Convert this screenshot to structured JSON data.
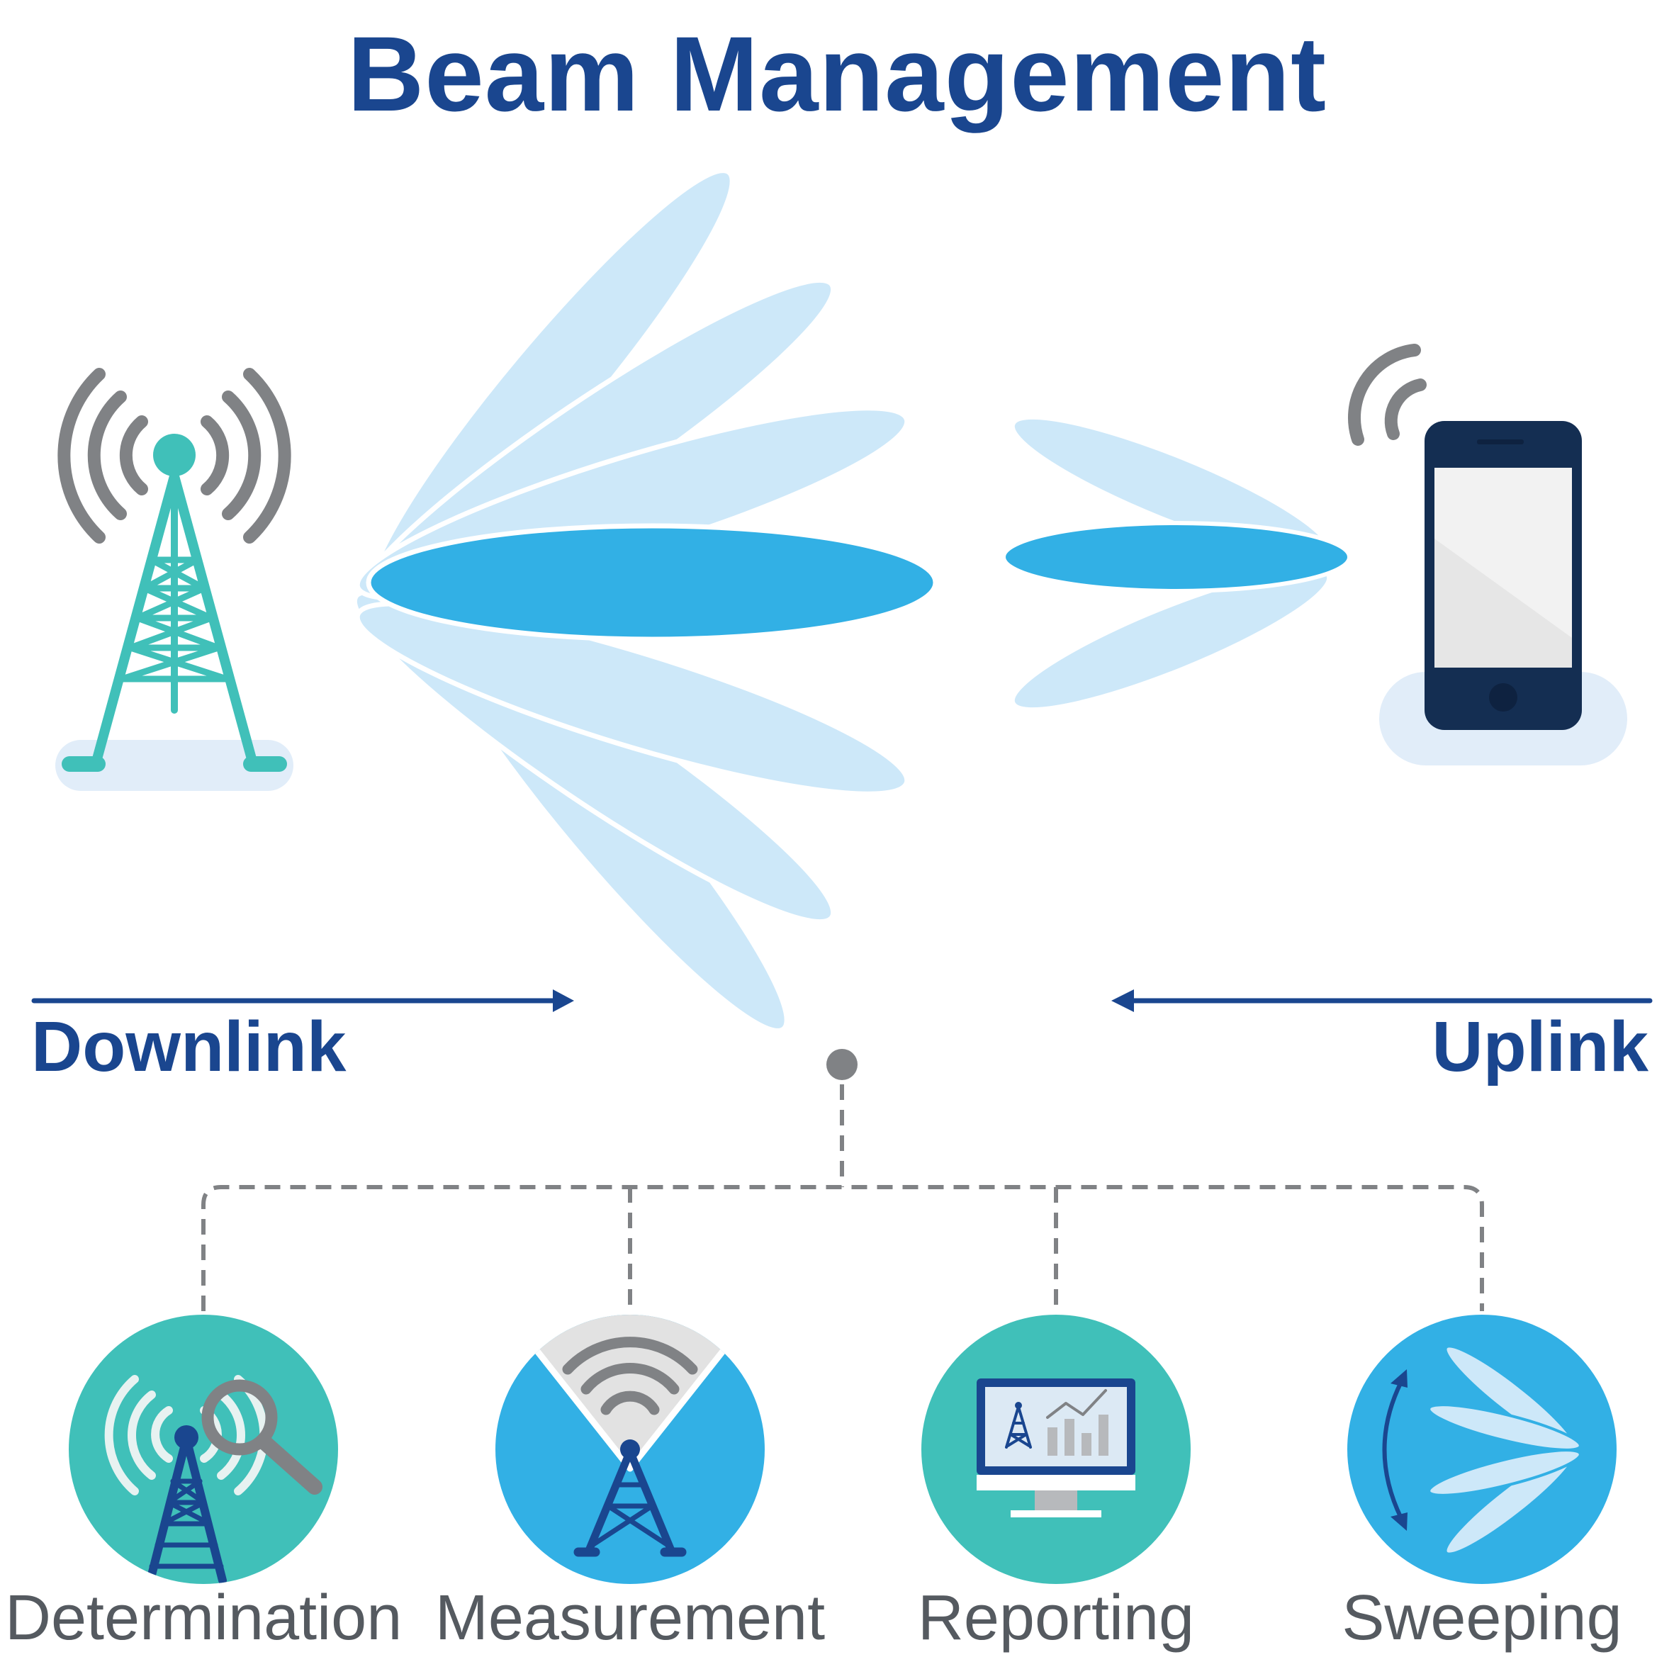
{
  "title": "Beam Management",
  "directions": {
    "downlink": "Downlink",
    "uplink": "Uplink"
  },
  "steps": [
    {
      "label": "Determination",
      "icon": "tower-search-icon",
      "color": "#40c0b9"
    },
    {
      "label": "Measurement",
      "icon": "tower-signal-icon",
      "color": "#32b0e5"
    },
    {
      "label": "Reporting",
      "icon": "monitor-chart-icon",
      "color": "#40c0b9"
    },
    {
      "label": "Sweeping",
      "icon": "beam-sweep-icon",
      "color": "#32b0e5"
    }
  ],
  "colors": {
    "title": "#1a468f",
    "beam_light": "#cde8f9",
    "beam_active": "#32b0e5",
    "tower": "#40c0b9",
    "phone": "#142e52",
    "signal": "#808285",
    "connector": "#808285"
  }
}
